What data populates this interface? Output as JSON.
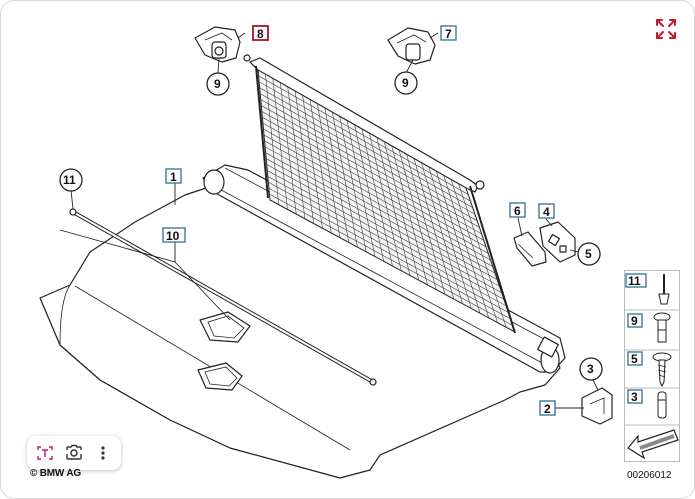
{
  "callouts": {
    "c1": "1",
    "c2": "2",
    "c3": "3",
    "c4": "4",
    "c5": "5",
    "c6": "6",
    "c7": "7",
    "c8": "8",
    "c9a": "9",
    "c9b": "9",
    "c10": "10",
    "c11": "11"
  },
  "legend": {
    "l11": "11",
    "l9": "9",
    "l5": "5",
    "l3": "3"
  },
  "highlight_color": "#b01020",
  "callout_border_color": "#2f6f8f",
  "copyright": "© BMW AG",
  "diagram_number": "00206012",
  "icons": {
    "expand": "expand-arrows-icon",
    "text": "text-select-icon",
    "lens": "lens-search-icon",
    "more": "more-vertical-icon"
  }
}
